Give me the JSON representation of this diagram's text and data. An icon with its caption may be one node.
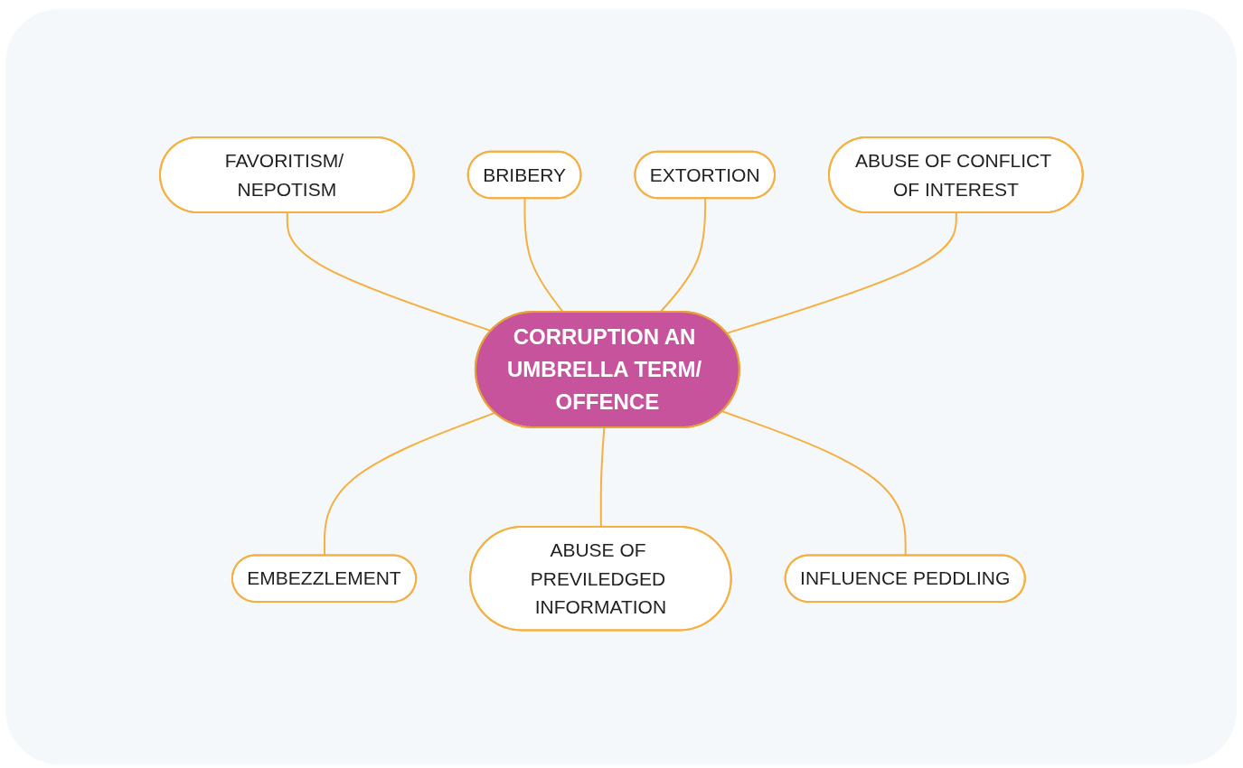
{
  "diagram": {
    "nodes": [
      {
        "text": [
          "FAVORITISM/ NEPOTISM"
        ]
      },
      {
        "text": [
          "BRIBERY"
        ]
      },
      {
        "text": [
          "EXTORTION"
        ]
      },
      {
        "text": [
          "ABUSE OF CONFLICT OF INTEREST"
        ]
      },
      {
        "text": [
          "CORRUPTION AN UMBRELLA TERM/ OFFENCE"
        ]
      },
      {
        "text": [
          "EMBEZZLEMENT"
        ]
      },
      {
        "text": [
          "ABUSE OF PREVILEDGED INFORMATION"
        ]
      },
      {
        "text": [
          "INFLUENCE PEDDLING"
        ]
      }
    ],
    "edges": [
      {
        "from": 0,
        "to": 4,
        "arrow": "none"
      },
      {
        "from": 1,
        "to": 4,
        "arrow": "none"
      },
      {
        "from": 2,
        "to": 4,
        "arrow": "none"
      },
      {
        "from": 3,
        "to": 4,
        "arrow": "none"
      },
      {
        "from": 4,
        "to": 5,
        "arrow": "none"
      },
      {
        "from": 4,
        "to": 6,
        "arrow": "none"
      },
      {
        "from": 4,
        "to": 7,
        "arrow": "none"
      }
    ]
  }
}
